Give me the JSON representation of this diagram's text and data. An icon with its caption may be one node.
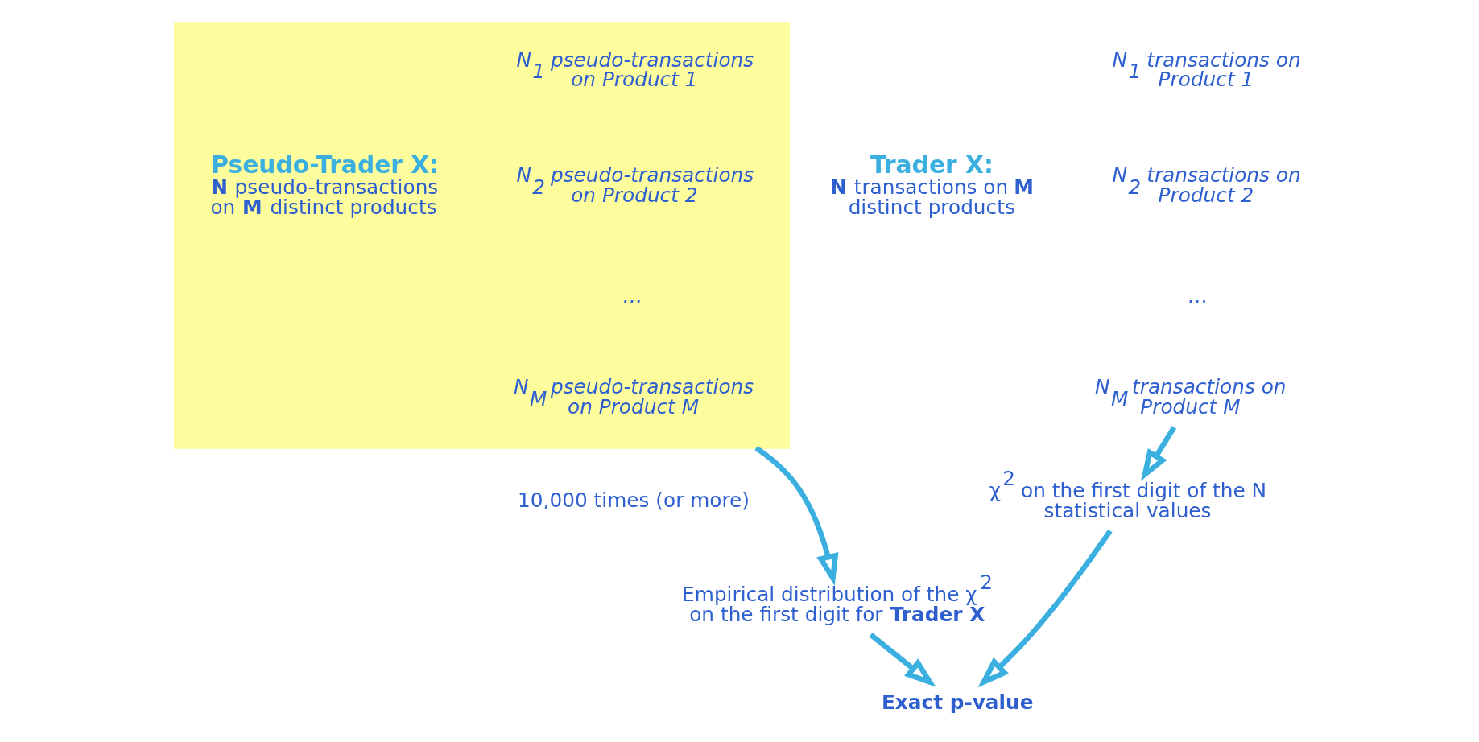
{
  "diagram": {
    "nodes": [
      {
        "text": [
          "Trader X:",
          "**N** transactions on **M** distinct products"
        ]
      },
      {
        "text": [
          "N$_{1}$ transactions on Product 1"
        ]
      },
      {
        "text": [
          "N$_{2}$ transactions on Product 2"
        ]
      },
      {
        "text": [
          "…"
        ]
      },
      {
        "text": [
          "N$_{M}$ transactions on Product M"
        ]
      },
      {
        "text": [],
        "shape": "box",
        "beside": [
          "10,000 times (or more)"
        ]
      },
      {
        "text": [
          "Pseudo-Trader X:",
          "**N** pseudo-transactions on **M** distinct products"
        ],
        "in": 5
      },
      {
        "text": [
          "N$_{1}$ pseudo-transactions on Product 1"
        ],
        "in": 5
      },
      {
        "text": [
          "N$_{2}$ pseudo-transactions on Product 2"
        ],
        "in": 5
      },
      {
        "text": [
          "…"
        ],
        "in": 5
      },
      {
        "text": [
          "N$_{M}$ pseudo-transactions on Product M"
        ],
        "in": 5
      },
      {
        "text": [
          "χ$^{2}$ on the first digit of the N statistical values"
        ]
      },
      {
        "text": [
          "Empirical distribution of the χ$^{2}$ on the first digit for **Trader X**"
        ]
      },
      {
        "text": [
          "Exact p-value"
        ]
      }
    ],
    "edges": [
      {
        "from": 4,
        "to": 11,
        "arrow": "to"
      },
      {
        "from": 5,
        "to": 12,
        "arrow": "to"
      },
      {
        "from": 11,
        "to": 13,
        "arrow": "to"
      },
      {
        "from": 12,
        "to": 13,
        "arrow": "to"
      }
    ]
  }
}
